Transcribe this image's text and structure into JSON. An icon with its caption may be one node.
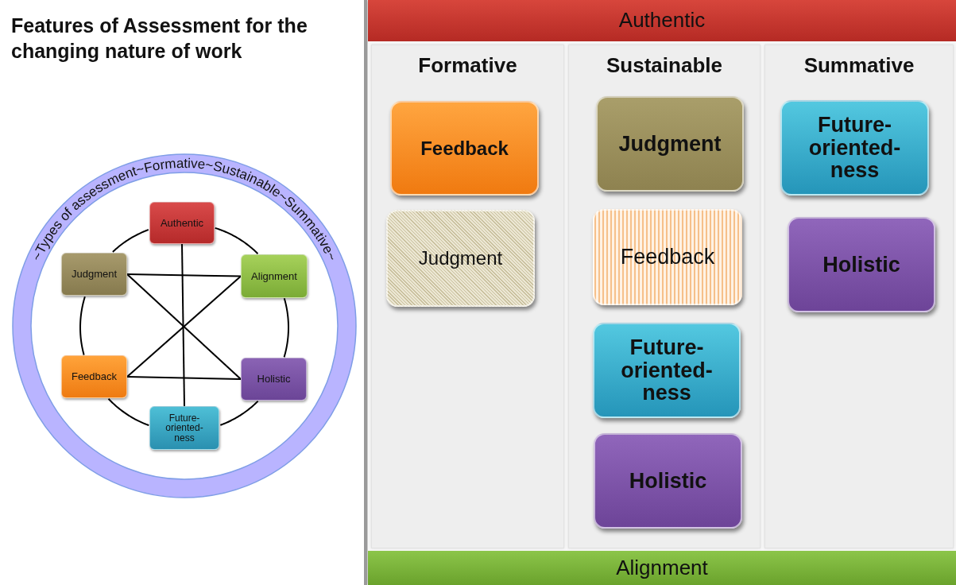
{
  "diagram": {
    "title": "Features of Assessment for the changing nature of work",
    "nodes": [
      {
        "text": [
          "Authentic"
        ]
      },
      {
        "text": [
          "Judgment"
        ]
      },
      {
        "text": [
          "Alignment"
        ]
      },
      {
        "text": [
          "Feedback"
        ]
      },
      {
        "text": [
          "Holistic"
        ]
      },
      {
        "text": [
          "Future-oriented-ness"
        ]
      },
      {
        "text": [
          "Authentic"
        ]
      },
      {
        "text": [
          "Formative"
        ]
      },
      {
        "text": [
          "Feedback"
        ],
        "in": 7
      },
      {
        "text": [
          "Judgment"
        ],
        "in": 7
      },
      {
        "text": [
          "Sustainable"
        ]
      },
      {
        "text": [
          "Judgment"
        ],
        "in": 10
      },
      {
        "text": [
          "Feedback"
        ],
        "in": 10
      },
      {
        "text": [
          "Future-oriented-ness"
        ],
        "in": 10
      },
      {
        "text": [
          "Holistic"
        ],
        "in": 10
      },
      {
        "text": [
          "Summative"
        ]
      },
      {
        "text": [
          "Future-oriented-ness"
        ],
        "in": 15
      },
      {
        "text": [
          "Holistic"
        ],
        "in": 15
      },
      {
        "text": [
          "Alignment"
        ]
      }
    ],
    "edges": [
      {
        "from": 0,
        "to": 5,
        "arrow": "none"
      },
      {
        "from": 1,
        "to": 2,
        "arrow": "none"
      },
      {
        "from": 1,
        "to": 4,
        "arrow": "none"
      },
      {
        "from": 3,
        "to": 2,
        "arrow": "none"
      },
      {
        "from": 3,
        "to": 4,
        "arrow": "none"
      },
      {
        "from": 0,
        "to": 2,
        "arrow": "none"
      },
      {
        "from": 2,
        "to": 4,
        "arrow": "none"
      },
      {
        "from": 4,
        "to": 5,
        "arrow": "none"
      },
      {
        "from": 5,
        "to": 3,
        "arrow": "none"
      },
      {
        "from": 3,
        "to": 1,
        "arrow": "none"
      },
      {
        "from": 1,
        "to": 0,
        "arrow": "none"
      }
    ],
    "labels": [
      "~Types of assessment~Formative~Sustainable~Summative~"
    ]
  }
}
